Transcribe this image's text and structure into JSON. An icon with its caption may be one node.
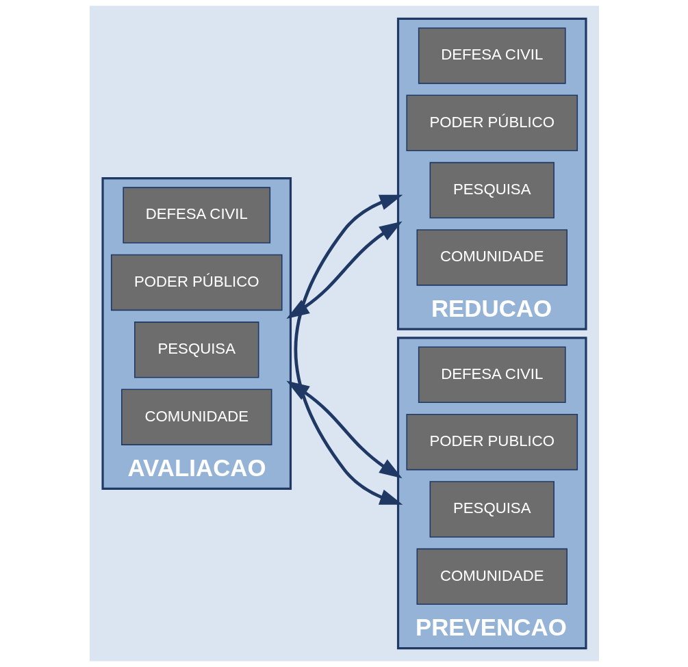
{
  "diagram": {
    "nodes": [
      {
        "text": [
          "AVALIACAO"
        ]
      },
      {
        "text": [
          "DEFESA CIVIL"
        ],
        "in": 0
      },
      {
        "text": [
          "PODER PÚBLICO"
        ],
        "in": 0
      },
      {
        "text": [
          "PESQUISA"
        ],
        "in": 0
      },
      {
        "text": [
          "COMUNIDADE"
        ],
        "in": 0
      },
      {
        "text": [
          "REDUCAO"
        ]
      },
      {
        "text": [
          "DEFESA CIVIL"
        ],
        "in": 5
      },
      {
        "text": [
          "PODER PÚBLICO"
        ],
        "in": 5
      },
      {
        "text": [
          "PESQUISA"
        ],
        "in": 5
      },
      {
        "text": [
          "COMUNIDADE"
        ],
        "in": 5
      },
      {
        "text": [
          "PREVENCAO"
        ]
      },
      {
        "text": [
          "DEFESA CIVIL"
        ],
        "in": 10
      },
      {
        "text": [
          "PODER PUBLICO"
        ],
        "in": 10
      },
      {
        "text": [
          "PESQUISA"
        ],
        "in": 10
      },
      {
        "text": [
          "COMUNIDADE"
        ],
        "in": 10
      }
    ],
    "edges": [
      {
        "from": 0,
        "to": 5,
        "arrow": "both"
      },
      {
        "from": 0,
        "to": 10,
        "arrow": "both"
      },
      {
        "from": 5,
        "to": 10,
        "arrow": "both"
      }
    ]
  }
}
